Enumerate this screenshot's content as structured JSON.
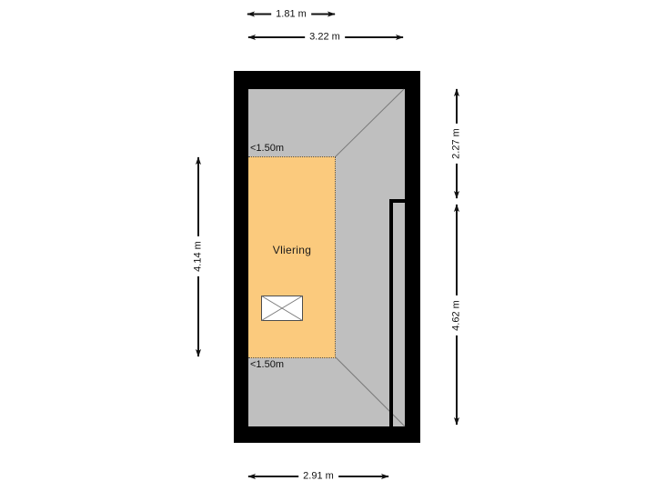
{
  "plan": {
    "room_label": "Vliering",
    "height_limit_top": "<1.50m",
    "height_limit_bottom": "<1.50m"
  },
  "dimensions": {
    "top_inner": "1.81 m",
    "top_full": "3.22 m",
    "left_side": "4.14 m",
    "right_upper": "2.27 m",
    "right_lower": "4.62 m",
    "bottom": "2.91 m"
  },
  "colors": {
    "wall": "#000000",
    "floor_gray": "#bfbfbf",
    "loft_orange": "#fbca7d",
    "roof_line_gray": "#7a7a7a",
    "dimension_line": "#111111",
    "background": "#ffffff"
  }
}
